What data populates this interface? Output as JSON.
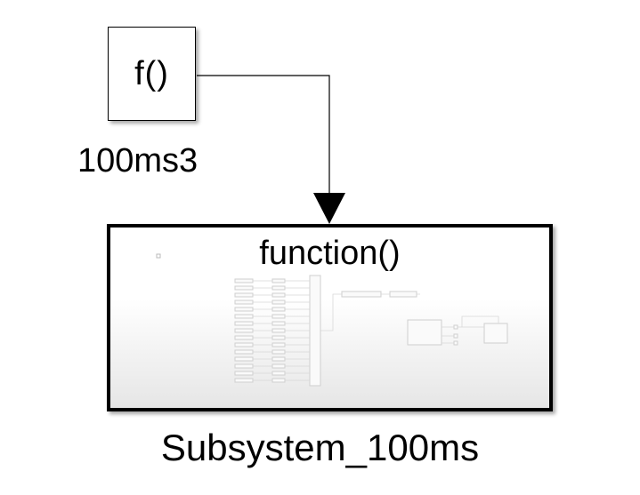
{
  "function_block": {
    "label": "f()",
    "name": "100ms3"
  },
  "subsystem": {
    "trigger_label": "function()",
    "name": "Subsystem_100ms"
  }
}
